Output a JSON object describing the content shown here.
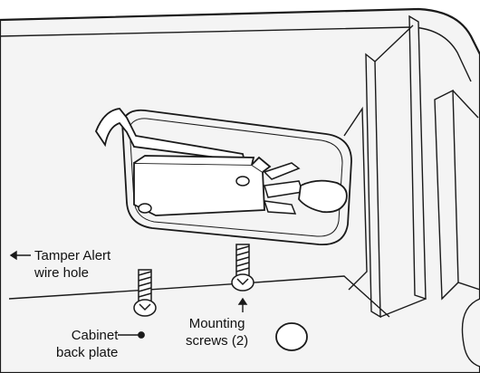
{
  "callouts": {
    "tamper_alert": {
      "line1": "Tamper Alert",
      "line2": "wire hole"
    },
    "mounting_screws": {
      "line1": "Mounting",
      "line2": "screws (2)"
    },
    "cabinet_back_plate": {
      "line1": "Cabinet",
      "line2": "back plate"
    }
  },
  "colors": {
    "outline": "#1a1a1a",
    "housing_fill": "#f4f4f4",
    "switch_fill": "#ffffff",
    "background": "#ffffff"
  }
}
